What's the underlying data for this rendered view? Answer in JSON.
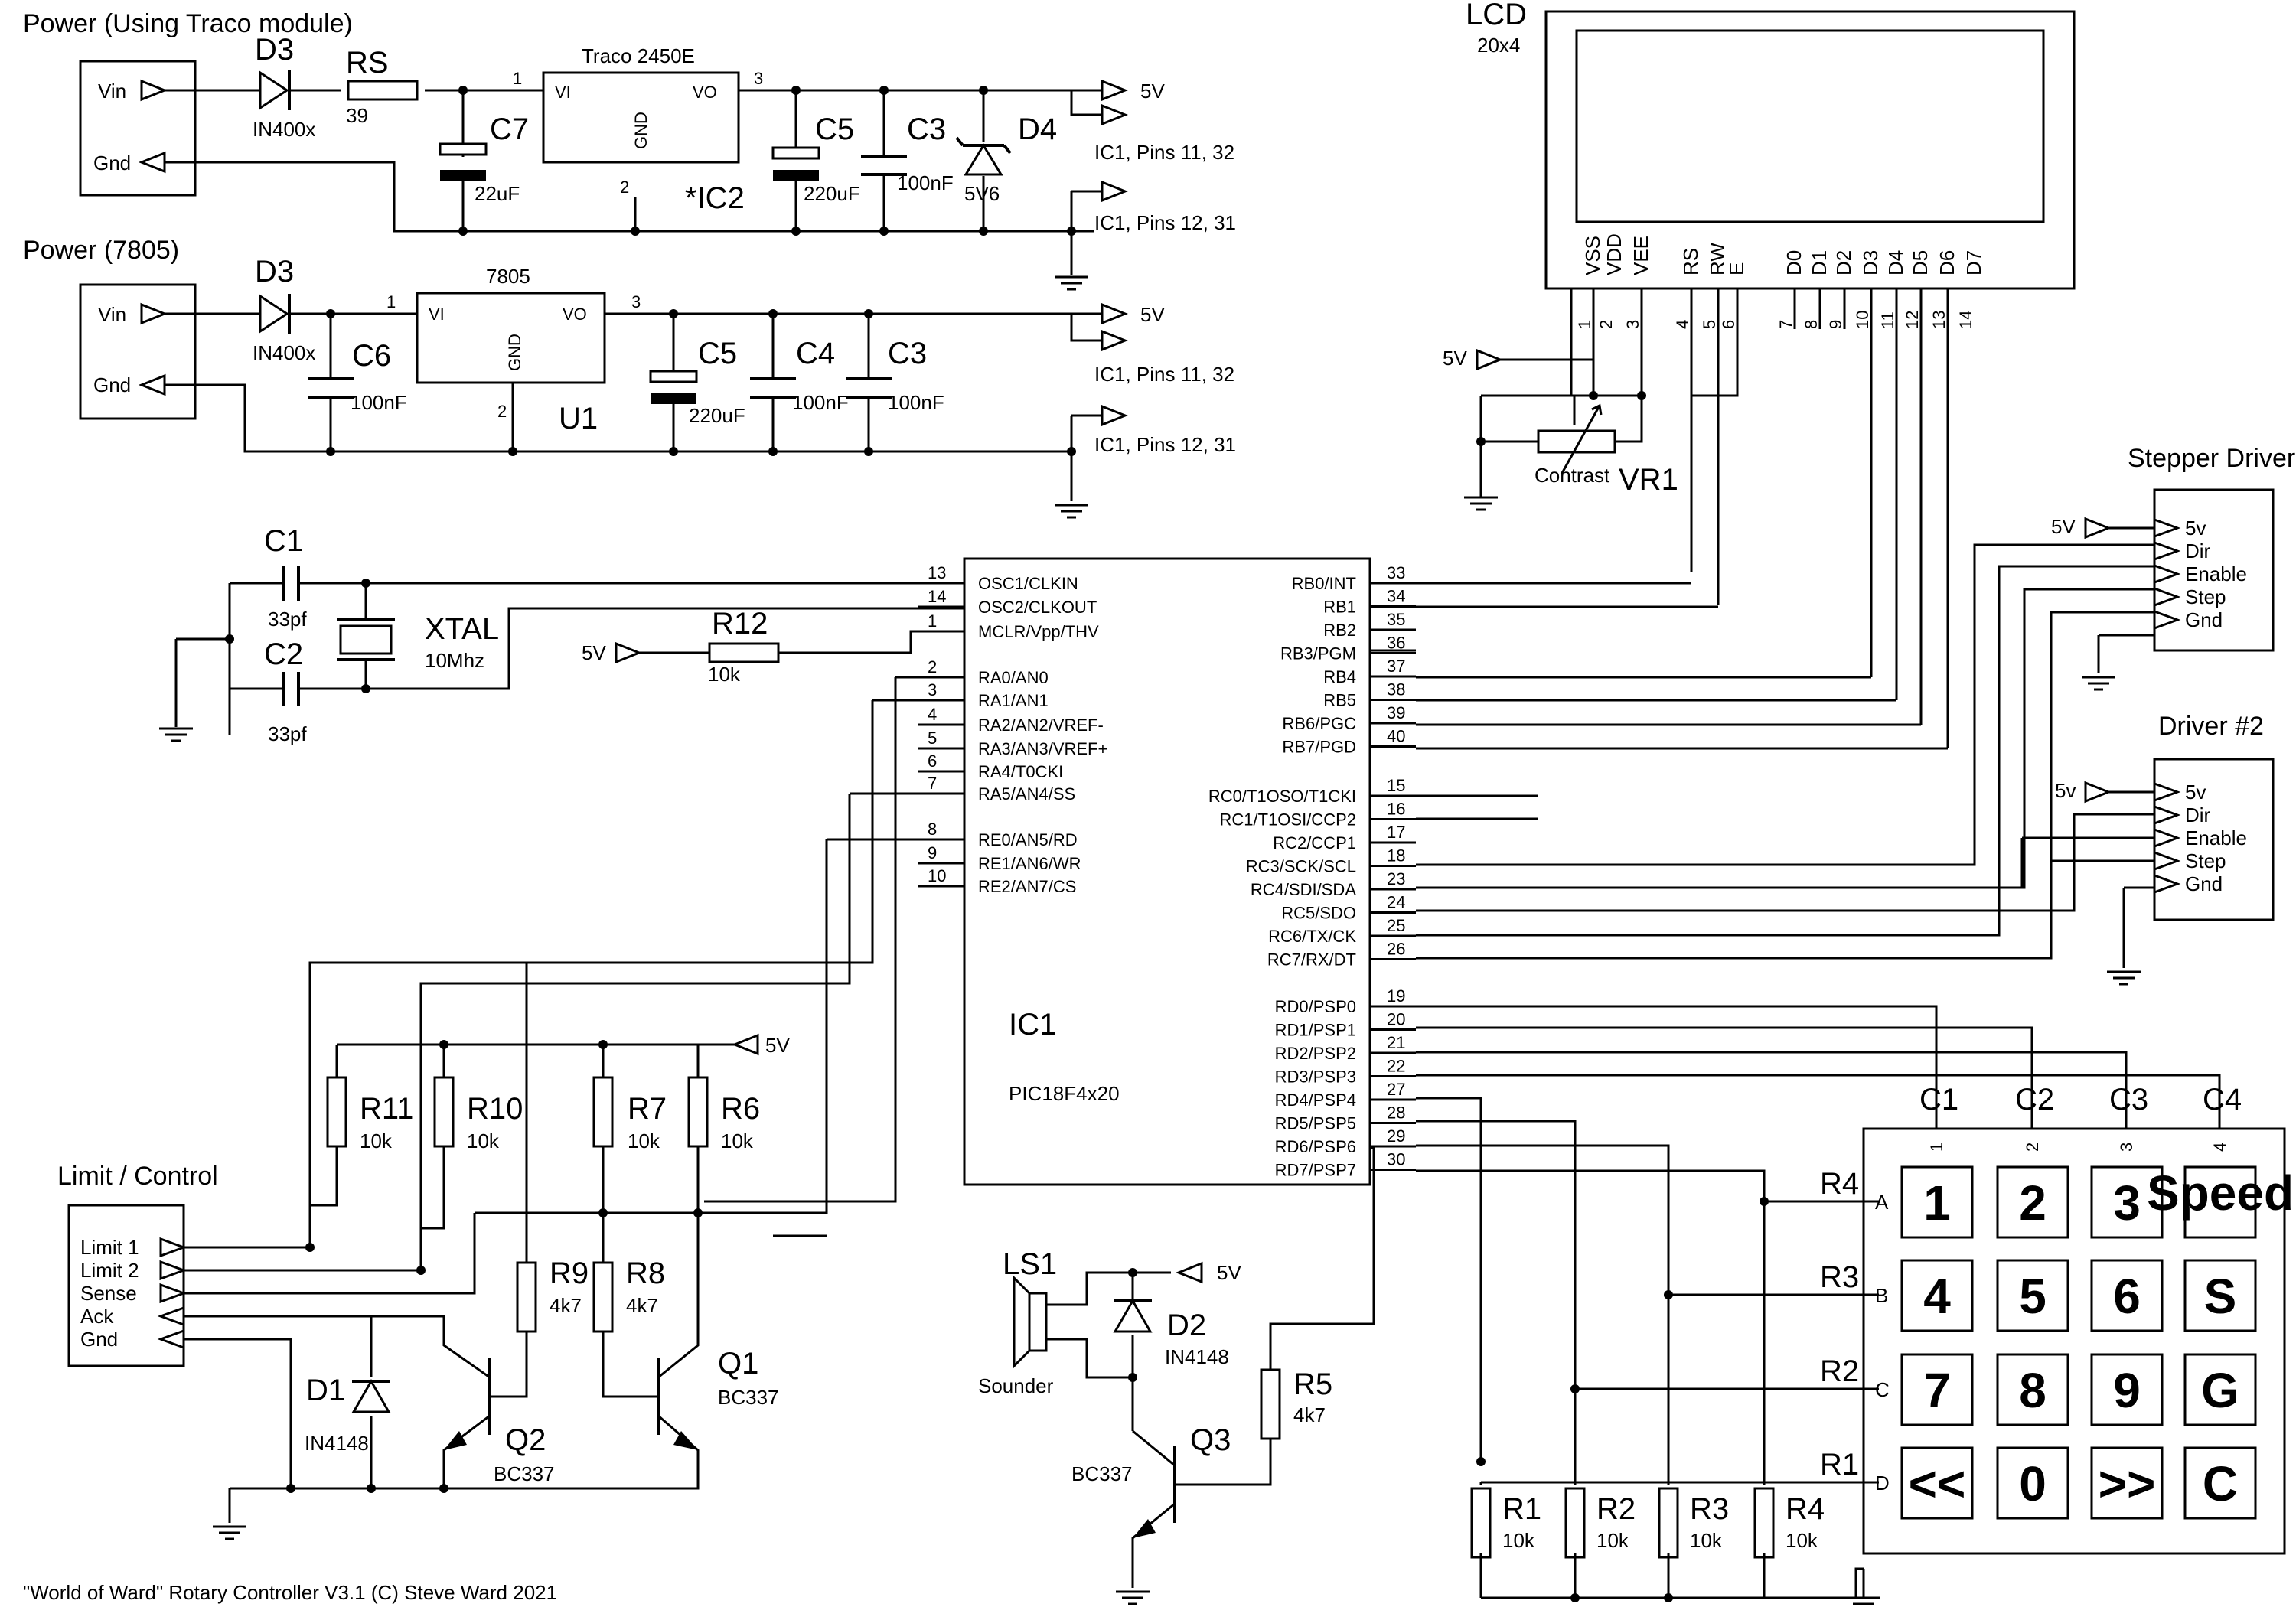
{
  "power_traco": {
    "title": "Power (Using Traco module)",
    "vin": "Vin",
    "gnd": "Gnd",
    "d3": "D3",
    "d3_val": "IN400x",
    "rs": "RS",
    "rs_val": "39",
    "c7": "C7",
    "c7_val": "22uF",
    "module": "Traco 2450E",
    "vi": "VI",
    "vo": "VO",
    "gnd_pin": "GND",
    "pin1": "1",
    "pin2": "2",
    "pin3": "3",
    "ic2": "*IC2",
    "c5": "C5",
    "c5_val": "220uF",
    "c3": "C3",
    "c3_val": "100nF",
    "d4": "D4",
    "d4_val": "5V6",
    "out5v": "5V",
    "ic1_pins_a": "IC1, Pins 11, 32",
    "ic1_pins_b": "IC1, Pins 12, 31"
  },
  "power_7805": {
    "title": "Power (7805)",
    "vin": "Vin",
    "gnd": "Gnd",
    "d3": "D3",
    "d3_val": "IN400x",
    "c6": "C6",
    "c6_val": "100nF",
    "module": "7805",
    "vi": "VI",
    "vo": "VO",
    "gnd_pin": "GND",
    "pin1": "1",
    "pin2": "2",
    "pin3": "3",
    "u1": "U1",
    "c5": "C5",
    "c5_val": "220uF",
    "c4": "C4",
    "c4_val": "100nF",
    "c3": "C3",
    "c3_val": "100nF",
    "out5v": "5V",
    "ic1_pins_a": "IC1, Pins 11, 32",
    "ic1_pins_b": "IC1, Pins 12, 31"
  },
  "lcd": {
    "title": "LCD",
    "size": "20x4",
    "pins": [
      {
        "name": "VSS",
        "num": "1"
      },
      {
        "name": "VDD",
        "num": "2"
      },
      {
        "name": "VEE",
        "num": "3"
      },
      {
        "name": "RS",
        "num": "4"
      },
      {
        "name": "RW",
        "num": "5"
      },
      {
        "name": "E",
        "num": "6"
      },
      {
        "name": "D0",
        "num": "7"
      },
      {
        "name": "D1",
        "num": "8"
      },
      {
        "name": "D2",
        "num": "9"
      },
      {
        "name": "D3",
        "num": "10"
      },
      {
        "name": "D4",
        "num": "11"
      },
      {
        "name": "D5",
        "num": "12"
      },
      {
        "name": "D6",
        "num": "13"
      },
      {
        "name": "D7",
        "num": "14"
      }
    ],
    "supply": "5V",
    "contrast": "Contrast",
    "vr1": "VR1"
  },
  "osc": {
    "c1": "C1",
    "c1_val": "33pf",
    "c2": "C2",
    "c2_val": "33pf",
    "xtal": "XTAL",
    "xtal_val": "10Mhz",
    "r12": "R12",
    "r12_val": "10k",
    "supply": "5V"
  },
  "ic1": {
    "name": "IC1",
    "part": "PIC18F4x20",
    "left": [
      {
        "num": "13",
        "label": "OSC1/CLKIN"
      },
      {
        "num": "14",
        "label": "OSC2/CLKOUT"
      },
      {
        "num": "1",
        "label": "MCLR/Vpp/THV"
      },
      {
        "num": "2",
        "label": "RA0/AN0"
      },
      {
        "num": "3",
        "label": "RA1/AN1"
      },
      {
        "num": "4",
        "label": "RA2/AN2/VREF-"
      },
      {
        "num": "5",
        "label": "RA3/AN3/VREF+"
      },
      {
        "num": "6",
        "label": "RA4/T0CKI"
      },
      {
        "num": "7",
        "label": "RA5/AN4/SS"
      },
      {
        "num": "8",
        "label": "RE0/AN5/RD"
      },
      {
        "num": "9",
        "label": "RE1/AN6/WR"
      },
      {
        "num": "10",
        "label": "RE2/AN7/CS"
      }
    ],
    "right_b": [
      {
        "num": "33",
        "label": "RB0/INT"
      },
      {
        "num": "34",
        "label": "RB1"
      },
      {
        "num": "35",
        "label": "RB2"
      },
      {
        "num": "36",
        "label": "RB3/PGM"
      },
      {
        "num": "37",
        "label": "RB4"
      },
      {
        "num": "38",
        "label": "RB5"
      },
      {
        "num": "39",
        "label": "RB6/PGC"
      },
      {
        "num": "40",
        "label": "RB7/PGD"
      }
    ],
    "right_c": [
      {
        "num": "15",
        "label": "RC0/T1OSO/T1CKI"
      },
      {
        "num": "16",
        "label": "RC1/T1OSI/CCP2"
      },
      {
        "num": "17",
        "label": "RC2/CCP1"
      },
      {
        "num": "18",
        "label": "RC3/SCK/SCL"
      },
      {
        "num": "23",
        "label": "RC4/SDI/SDA"
      },
      {
        "num": "24",
        "label": "RC5/SDO"
      },
      {
        "num": "25",
        "label": "RC6/TX/CK"
      },
      {
        "num": "26",
        "label": "RC7/RX/DT"
      }
    ],
    "right_d": [
      {
        "num": "19",
        "label": "RD0/PSP0"
      },
      {
        "num": "20",
        "label": "RD1/PSP1"
      },
      {
        "num": "21",
        "label": "RD2/PSP2"
      },
      {
        "num": "22",
        "label": "RD3/PSP3"
      },
      {
        "num": "27",
        "label": "RD4/PSP4"
      },
      {
        "num": "28",
        "label": "RD5/PSP5"
      },
      {
        "num": "29",
        "label": "RD6/PSP6"
      },
      {
        "num": "30",
        "label": "RD7/PSP7"
      }
    ]
  },
  "stepper1": {
    "title": "Stepper Driver",
    "supply": "5V",
    "pins": [
      "5v",
      "Dir",
      "Enable",
      "Step",
      "Gnd"
    ]
  },
  "stepper2": {
    "title": "Driver #2",
    "supply": "5v",
    "pins": [
      "5v",
      "Dir",
      "Enable",
      "Step",
      "Gnd"
    ]
  },
  "limit": {
    "title": "Limit / Control",
    "pins": [
      "Limit 1",
      "Limit 2",
      "Sense",
      "Ack",
      "Gnd"
    ],
    "supply": "5V",
    "r11": "R11",
    "r10": "R10",
    "r7": "R7",
    "r6": "R6",
    "r_val": "10k",
    "r9": "R9",
    "r8": "R8",
    "r4k7": "4k7",
    "d1": "D1",
    "d1_val": "IN4148",
    "q2": "Q2",
    "q2_val": "BC337",
    "q1": "Q1",
    "q1_val": "BC337"
  },
  "sounder": {
    "ls1": "LS1",
    "ls1_val": "Sounder",
    "supply": "5V",
    "d2": "D2",
    "d2_val": "IN4148",
    "q3": "Q3",
    "q3_val": "BC337",
    "r5": "R5",
    "r5_val": "4k7"
  },
  "keypad": {
    "cols": [
      "C1",
      "C2",
      "C3",
      "C4"
    ],
    "col_nums": [
      "1",
      "2",
      "3",
      "4"
    ],
    "rows": [
      "A",
      "B",
      "C",
      "D"
    ],
    "row_labels": [
      "R4",
      "R3",
      "R2",
      "R1"
    ],
    "keys": [
      "1",
      "2",
      "3",
      "Speed",
      "4",
      "5",
      "6",
      "S",
      "7",
      "8",
      "9",
      "G",
      "<<",
      "0",
      ">>",
      "C"
    ],
    "resistors": [
      {
        "name": "R1",
        "val": "10k"
      },
      {
        "name": "R2",
        "val": "10k"
      },
      {
        "name": "R3",
        "val": "10k"
      },
      {
        "name": "R4",
        "val": "10k"
      }
    ]
  },
  "footer": "\"World of Ward\" Rotary Controller V3.1 (C) Steve Ward 2021"
}
